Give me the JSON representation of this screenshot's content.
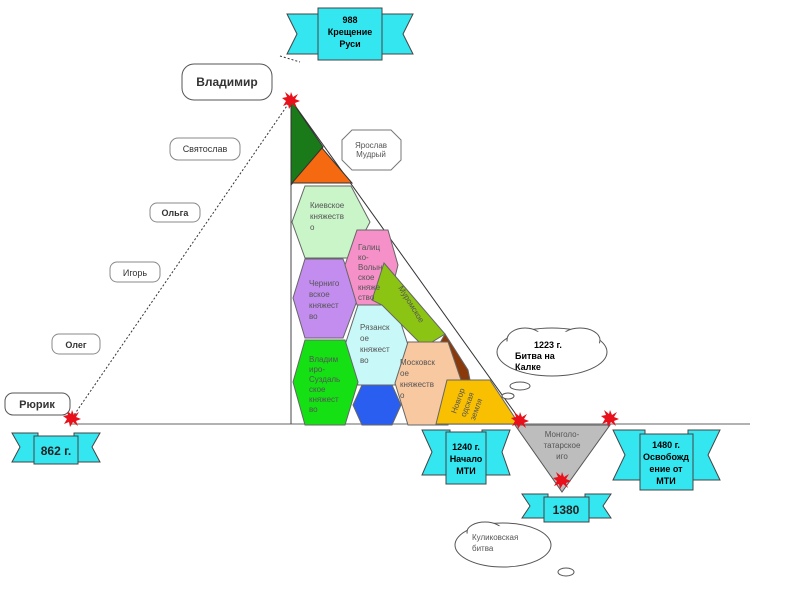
{
  "title_banner": {
    "lines": [
      "988",
      "Крещение",
      "Руси"
    ]
  },
  "rulers": {
    "vladimir": "Владимир",
    "svyatoslav": "Святослав",
    "olga": "Ольга",
    "igor": "Игорь",
    "oleg": "Олег",
    "rurik": "Рюрик",
    "yaroslav": [
      "Ярослав",
      "Мудрый"
    ]
  },
  "principalities": {
    "kiev": [
      "Киевское",
      "княжеств",
      "о"
    ],
    "galich": [
      "Галиц",
      "ко-",
      "Волын",
      "ское",
      "княже",
      "ство"
    ],
    "chernigov": [
      "Черниго",
      "вское",
      "княжест",
      "во"
    ],
    "murom": "Муромское",
    "ryazan": [
      "Рязанск",
      "ое",
      "княжест",
      "во"
    ],
    "vladimir_suzdal": [
      "Владим",
      "иро-",
      "Суздаль",
      "ское",
      "княжест",
      "во"
    ],
    "moscow": [
      "Московск",
      "ое",
      "княжеств",
      "о"
    ],
    "novgorod": [
      "Новгор",
      "одская",
      "земля"
    ]
  },
  "events": {
    "start_862": "862 г.",
    "kalka": [
      "1223 г.",
      "Битва на",
      "Калке"
    ],
    "mti_start": [
      "1240 г.",
      "Начало",
      "МТИ"
    ],
    "yoke": [
      "Монголо-",
      "татарское",
      "иго"
    ],
    "kulikovo_year": "1380",
    "kulikovo": [
      "Куликовская",
      "битва"
    ],
    "mti_end": [
      "1480 г.",
      "Освобожд",
      "ение от",
      "МТИ"
    ]
  },
  "colors": {
    "banner": "#33e6f0",
    "star": "#e8101a"
  }
}
